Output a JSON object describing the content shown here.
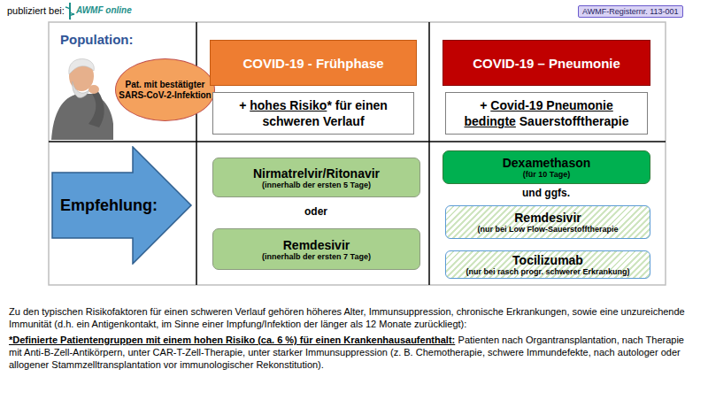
{
  "diagram": {
    "nodes": [
      {
        "text": [
          "AWMF-Registernr. 113-001"
        ]
      },
      {
        "text": [
          "Pat. mit bestätigter SARS-CoV-2-Infektion"
        ]
      },
      {
        "text": [
          "COVID-19 - Frühphase"
        ]
      },
      {
        "text": [
          "+ hohes Risiko* für einen schweren Verlauf"
        ]
      },
      {
        "text": [
          "COVID-19 – Pneumonie"
        ]
      },
      {
        "text": [
          "+ Covid-19 Pneumonie bedingte Sauerstofftherapie"
        ]
      },
      {
        "text": [
          "Empfehlung:"
        ]
      },
      {
        "text": [
          "Nirmatrelvir/Ritonavir",
          "(innerhalb der ersten 5 Tage)"
        ]
      },
      {
        "text": [
          "Remdesivir",
          "(innerhalb der ersten 7 Tage)"
        ]
      },
      {
        "text": [
          "Dexamethason",
          "(für 10 Tage)"
        ]
      },
      {
        "text": [
          "Remdesivir",
          "(nur bei Low Flow-Sauerstofftherapie"
        ]
      },
      {
        "text": [
          "Tocilizumab",
          "(nur bei rasch progr. schwerer Erkrankung)"
        ]
      }
    ],
    "labels": [
      "publiziert bei:",
      "AWMF online",
      "Population:",
      "oder",
      "und ggfs.",
      "Zu den typischen Risikofaktoren für einen schweren Verlauf gehören höheres Alter, Immunsuppression, chronische Erkrankungen, sowie eine unzureichende Immunität (d.h. ein Antigenkontakt, im Sinne einer Impfung/Infektion der länger als 12 Monate zurückliegt):",
      "*Definierte Patientengruppen mit einem hohen Risiko (ca. 6 %) für einen Krankenhausaufenthalt:",
      "Patienten nach Organtransplantation, nach Therapie mit Anti-B-Zell-Antikörpern, unter CAR-T-Zell-Therapie, unter starker Immunsuppression (z. B. Chemotherapie, schwere Immundefekte, nach autologer oder allogener Stammzelltransplantation vor immunologischer Rekonstitution)."
    ]
  }
}
